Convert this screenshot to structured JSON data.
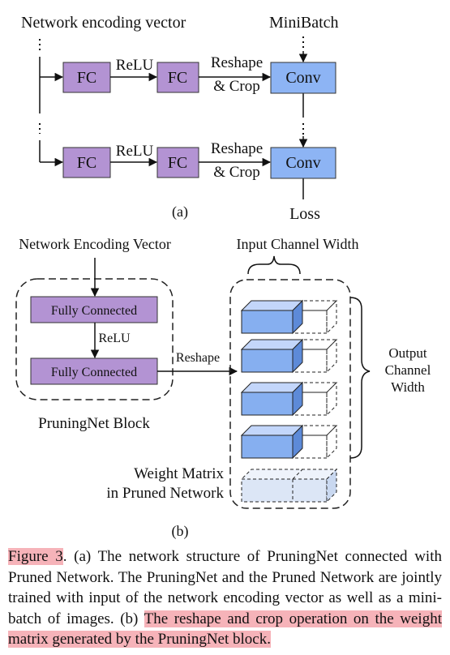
{
  "figure": {
    "panel_a": {
      "input_label": "Network encoding vector",
      "minibatch_label": "MiniBatch",
      "fc_label": "FC",
      "relu_label": "ReLU",
      "reshape_line1": "Reshape",
      "reshape_line2": "& Crop",
      "conv_label": "Conv",
      "loss_label": "Loss",
      "panel_label": "(a)"
    },
    "panel_b": {
      "input_label": "Network Encoding Vector",
      "fc1_label": "Fully Connected",
      "relu_label": "ReLU",
      "fc2_label": "Fully Connected",
      "reshape_label": "Reshape",
      "block_label": "PruningNet Block",
      "input_width_label": "Input Channel Width",
      "output_width_line1": "Output",
      "output_width_line2": "Channel",
      "output_width_line3": "Width",
      "weight_line1": "Weight Matrix",
      "weight_line2": "in Pruned Network",
      "panel_label": "(b)"
    }
  },
  "caption": {
    "fig_ref": "Figure 3",
    "part_a": ". (a) The network structure of PruningNet connected with Pruned Network.  The PruningNet and the Pruned Network are jointly trained with input of the network encoding vector as well as a mini-batch of images. (b) ",
    "part_b": "The reshape and crop operation on the weight matrix generated by the PruningNet block."
  },
  "colors": {
    "fc_fill": "#b393d3",
    "conv_fill": "#8db4f4",
    "cube_front": "#86aff0",
    "cube_top": "#c3d6fa",
    "cube_side": "#5d8ad8",
    "ghost_fill": "#dce6f6",
    "highlight": "#f6b3b9"
  }
}
